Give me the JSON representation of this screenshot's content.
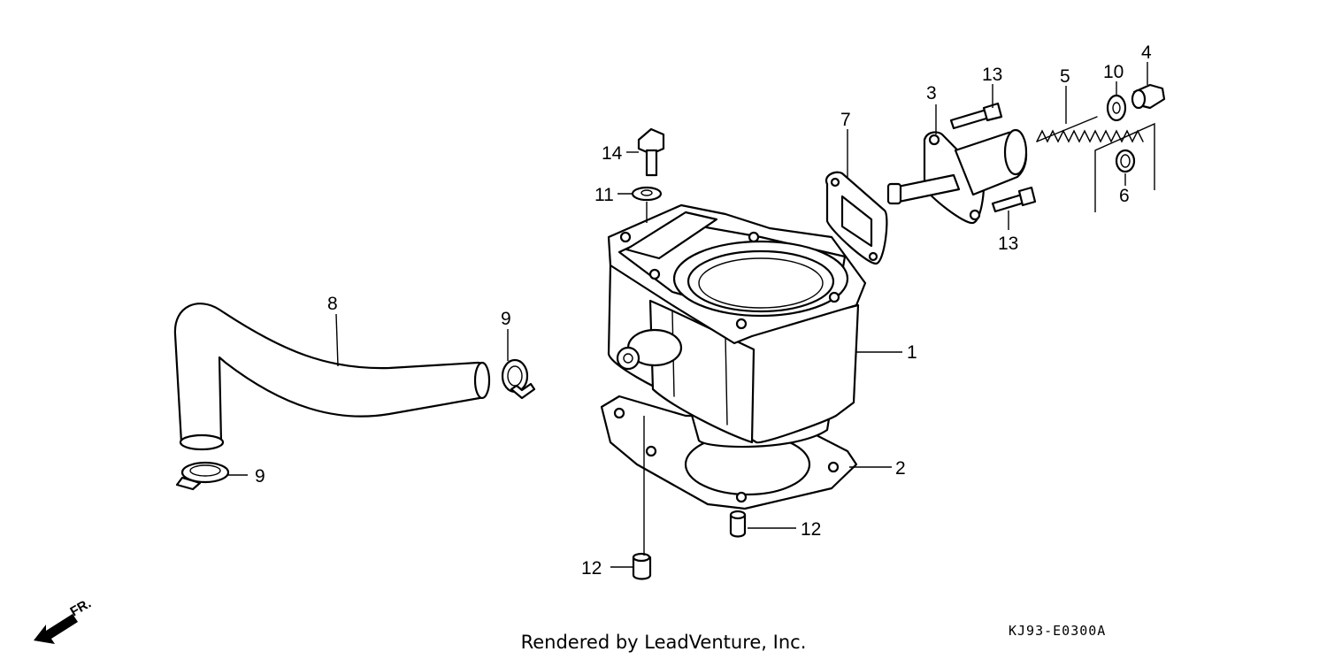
{
  "diagram": {
    "callouts": [
      {
        "id": "part-1",
        "label": "1"
      },
      {
        "id": "part-2",
        "label": "2"
      },
      {
        "id": "part-3",
        "label": "3"
      },
      {
        "id": "part-4",
        "label": "4"
      },
      {
        "id": "part-5",
        "label": "5"
      },
      {
        "id": "part-6",
        "label": "6"
      },
      {
        "id": "part-7",
        "label": "7"
      },
      {
        "id": "part-8",
        "label": "8"
      },
      {
        "id": "part-9a",
        "label": "9"
      },
      {
        "id": "part-9b",
        "label": "9"
      },
      {
        "id": "part-10",
        "label": "10"
      },
      {
        "id": "part-11",
        "label": "11"
      },
      {
        "id": "part-12a",
        "label": "12"
      },
      {
        "id": "part-12b",
        "label": "12"
      },
      {
        "id": "part-13a",
        "label": "13"
      },
      {
        "id": "part-13b",
        "label": "13"
      },
      {
        "id": "part-14",
        "label": "14"
      }
    ],
    "front_marker": "FR.",
    "reference_code": "KJ93-E0300A",
    "caption": "Rendered by LeadVenture, Inc."
  }
}
